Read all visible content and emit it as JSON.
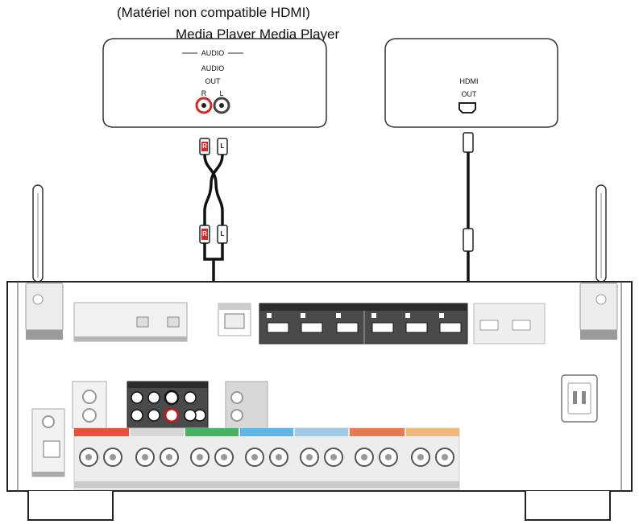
{
  "caption": {
    "line1": "(Matériel non compatible HDMI)",
    "line2": "Media Player Media Player"
  },
  "left_device": {
    "audio_header": "AUDIO",
    "audio_label": "AUDIO",
    "out_label": "OUT",
    "right_channel": "R",
    "left_channel": "L",
    "plug_right": "R",
    "plug_left": "L"
  },
  "right_device": {
    "hdmi_label": "HDMI",
    "out_label": "OUT"
  },
  "receiver": {
    "colors": {
      "body": "#ffffff",
      "outline": "#222222",
      "panel_dark": "#4a4a4a",
      "panel_grey": "#cfcfcf",
      "front": "#e9503c",
      "center": "#46b262",
      "surround": "#5fb6e6",
      "surround_back": "#f09a5a"
    }
  }
}
